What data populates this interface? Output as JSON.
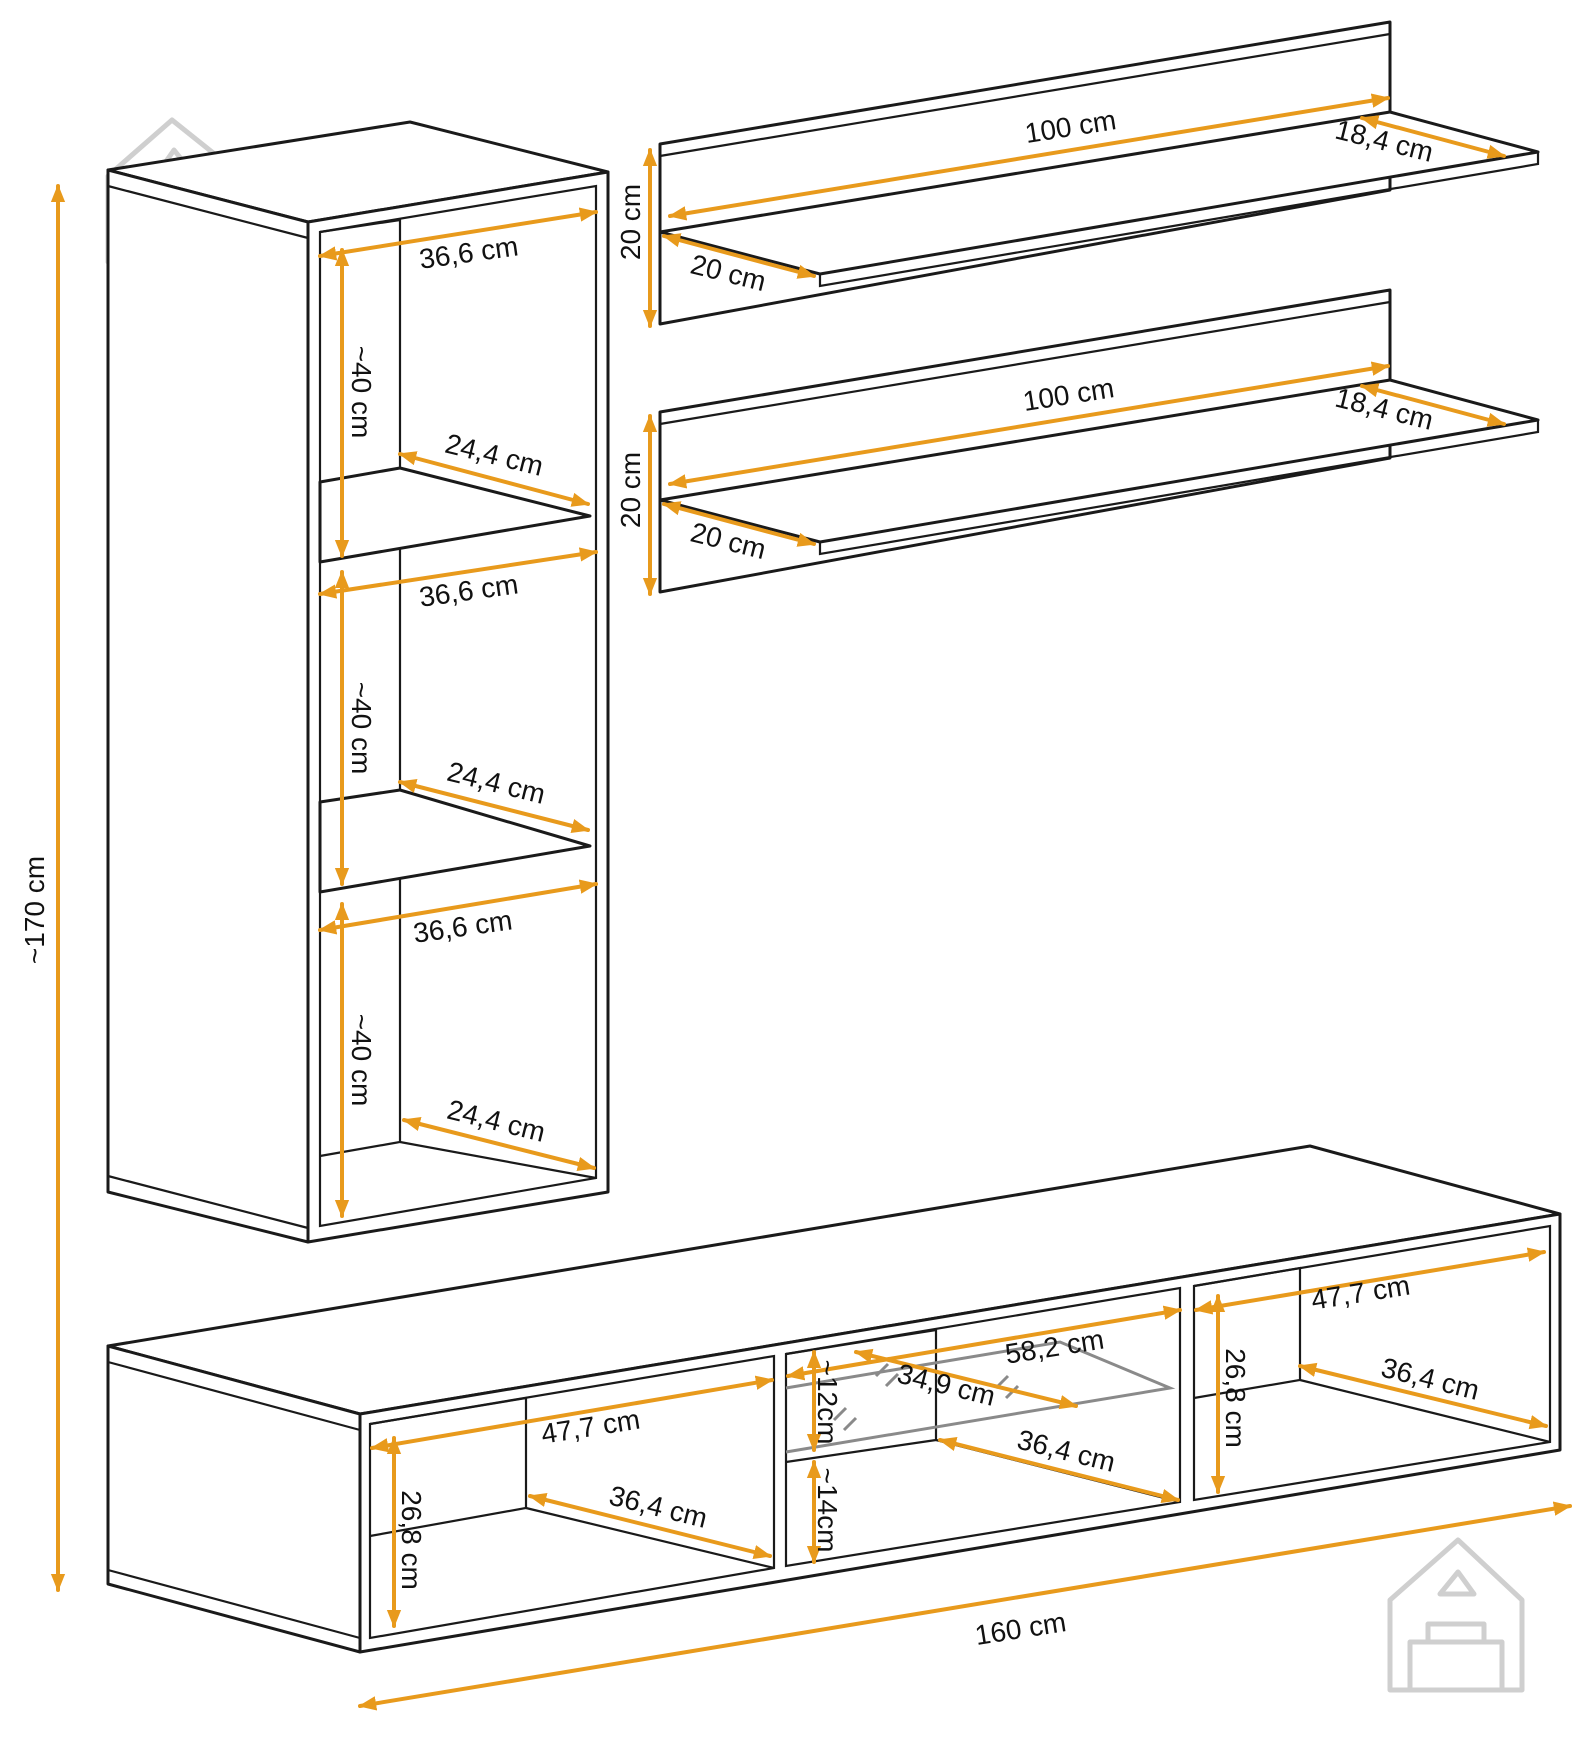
{
  "colors": {
    "dimension": "#e89a1c",
    "outline": "#1a1a1a",
    "watermark": "#cfcfcf",
    "glass": "#8a8a8a"
  },
  "icons": [
    "house-sofa-logo"
  ],
  "overall": {
    "height": "~170 cm",
    "width": "160 cm"
  },
  "cabinet": {
    "openings": [
      {
        "width": "36,6 cm",
        "height": "~40 cm",
        "depth": "24,4 cm"
      },
      {
        "width": "36,6 cm",
        "height": "~40 cm",
        "depth": "24,4 cm"
      },
      {
        "width": "36,6 cm",
        "height": "~40 cm",
        "depth": "24,4 cm"
      }
    ]
  },
  "shelves": [
    {
      "length": "100 cm",
      "depth": "18,4 cm",
      "height": "20 cm",
      "side_depth": "20 cm"
    },
    {
      "length": "100 cm",
      "depth": "18,4 cm",
      "height": "20 cm",
      "side_depth": "20 cm"
    }
  ],
  "tv_stand": {
    "left": {
      "width": "47,7 cm",
      "depth": "36,4 cm",
      "height": "26,8 cm"
    },
    "center": {
      "width": "58,2 cm",
      "glass_depth": "34,9 cm",
      "depth": "36,4 cm",
      "upper_height": "~12cm",
      "lower_height": "~14cm"
    },
    "right": {
      "width": "47,7 cm",
      "depth": "36,4 cm",
      "height": "26,8 cm"
    }
  }
}
